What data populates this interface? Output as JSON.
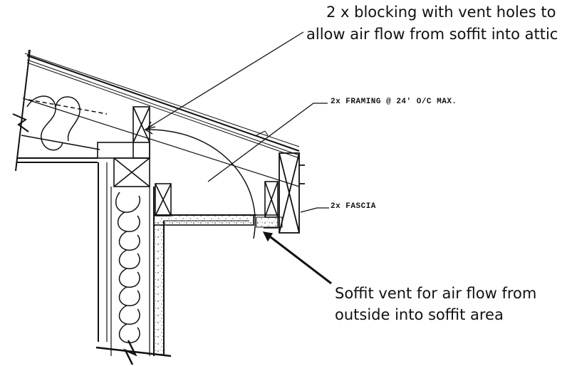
{
  "callouts": {
    "blocking_line1": "2 x blocking with vent holes to",
    "blocking_line2": "allow air flow from soffit  into attic",
    "soffit_line1": "Soffit vent for air flow from",
    "soffit_line2": "outside into soffit area"
  },
  "tags": {
    "framing": "2x FRAMING @ 24' O/C MAX.",
    "fascia": "2x FASCIA"
  },
  "colors": {
    "ink": "#111111",
    "paper": "#ffffff"
  }
}
